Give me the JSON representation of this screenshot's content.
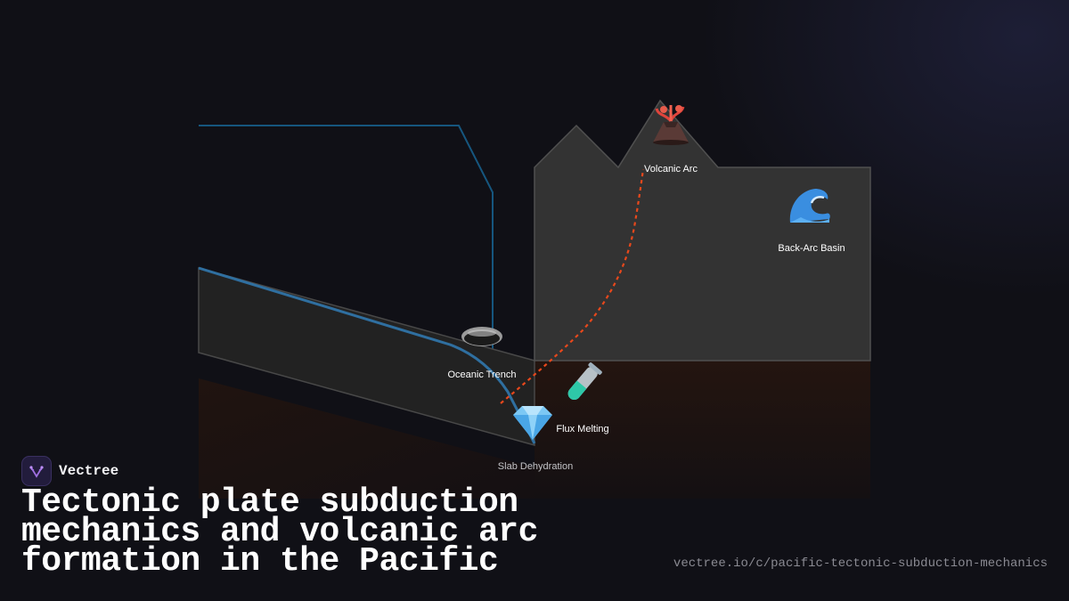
{
  "brand": {
    "name": "Vectree"
  },
  "title": "Tectonic plate subduction mechanics and volcanic arc formation in the Pacific",
  "url": "vectree.io/c/pacific-tectonic-subduction-mechanics",
  "diagram": {
    "labels": {
      "volcanic_arc": "Volcanic Arc",
      "back_arc_basin": "Back-Arc Basin",
      "oceanic_trench": "Oceanic Trench",
      "flux_melting": "Flux Melting",
      "slab_dehydration": "Slab Dehydration"
    },
    "icons": {
      "volcanic_arc": "volcano-icon",
      "back_arc_basin": "wave-icon",
      "oceanic_trench": "trench-icon",
      "flux_melting": "test-tube-icon",
      "slab_dehydration": "gem-icon"
    },
    "colors": {
      "background": "#101016",
      "continental_plate": "#333333",
      "oceanic_plate": "#232323",
      "mantle": "#1c1210",
      "slab_line": "#2f6fa0",
      "magma_path": "#e8481c",
      "brand_accent": "#a070e0"
    }
  }
}
